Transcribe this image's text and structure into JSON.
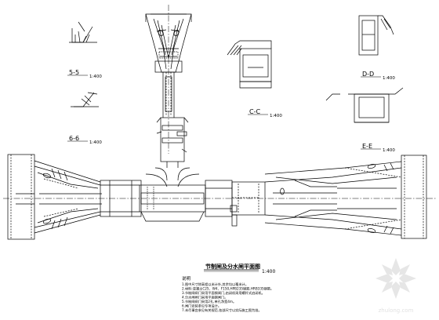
{
  "drawing": {
    "title": "节制闸及分水闸平面图",
    "title_scale": "1:400",
    "sections": [
      {
        "id": "s55",
        "label": "5-5",
        "scale": "1:400"
      },
      {
        "id": "s66",
        "label": "6-6",
        "scale": "1:400"
      },
      {
        "id": "scc",
        "label": "C-C",
        "scale": "1:400"
      },
      {
        "id": "sdd",
        "label": "D-D",
        "scale": "1:400"
      },
      {
        "id": "see",
        "label": "E-E",
        "scale": "1:400"
      }
    ],
    "notes_heading": "说明",
    "notes": [
      "1.图中尺寸除高程以米计外,其余均以毫米计。",
      "2.材料:混凝土C25、W4、F150,HPB235钢筋,HRB335钢筋。",
      "3.节制闸闸门采用平面钢闸门,启闭机采用螺杆式启闭机。",
      "4.分水闸闸门采用平面钢闸门。",
      "5.节制闸闸门采用2孔,单孔净宽4m。",
      "6.闸门安装参见专项设计。",
      "7.未尽事宜参见有关规范,各部尺寸以实际施工图为准。"
    ],
    "watermark": "zhulong.com"
  }
}
